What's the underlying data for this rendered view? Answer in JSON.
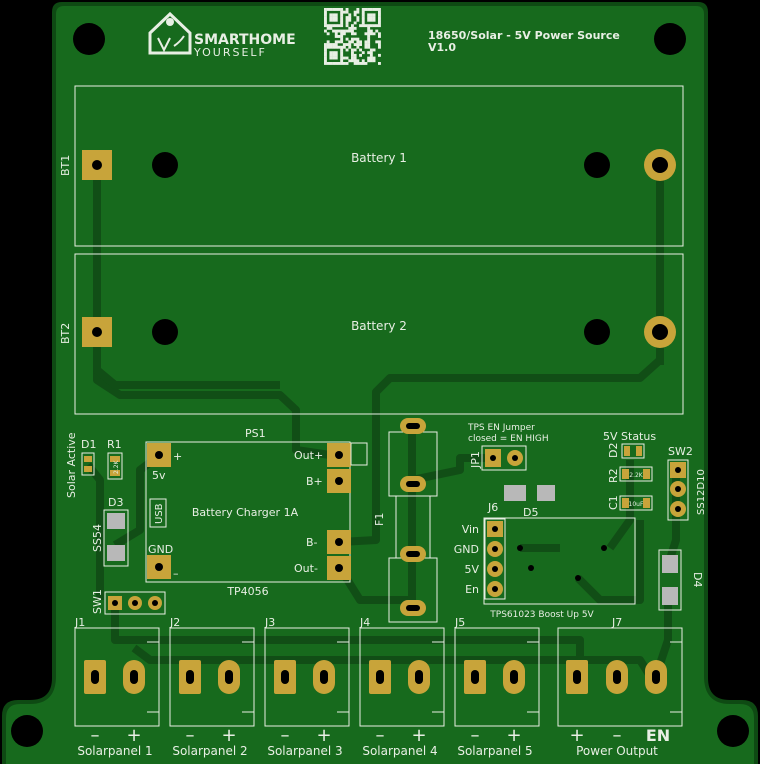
{
  "board": {
    "title_line1": "18650/Solar - 5V Power Source",
    "title_line2": "V1.0",
    "logo_top": "SMARTHOME",
    "logo_bottom": "YOURSELF",
    "colors": {
      "substrate": "#0e4a13",
      "copper_fill": "#176a1d",
      "trace": "#114e16",
      "pad_gold": "#c8a43a",
      "silkscreen": "#e8efe4",
      "hole": "#000000"
    }
  },
  "batteries": [
    {
      "ref": "BT1",
      "label": "Battery 1"
    },
    {
      "ref": "BT2",
      "label": "Battery 2"
    }
  ],
  "charger": {
    "ref": "PS1",
    "label": "Battery Charger 1A",
    "part": "TP4056",
    "pin_5v": "5v",
    "pin_plus": "+",
    "pin_gnd": "GND",
    "pin_minus": "–",
    "usb": "USB",
    "out_plus": "Out+",
    "b_plus": "B+",
    "b_minus": "B-",
    "out_minus": "Out-"
  },
  "left_parts": {
    "solar_active": "Solar Active",
    "d1": "D1",
    "r1": "R1",
    "r1_value": "2.2K",
    "d3": "D3",
    "ss54": "SS54",
    "sw1": "SW1"
  },
  "fuse": {
    "ref": "F1"
  },
  "jumper": {
    "ref": "JP1",
    "note_line1": "TPS EN Jumper",
    "note_line2": "closed = EN HIGH"
  },
  "boost": {
    "ref": "D5",
    "header_ref": "J6",
    "pins": [
      "Vin",
      "GND",
      "5V",
      "En"
    ],
    "label": "TPS61023 Boost Up 5V"
  },
  "status": {
    "label": "5V Status",
    "d2": "D2",
    "r2": "R2",
    "r2_value": "2.2K",
    "c1": "C1",
    "c1_value": "10uF"
  },
  "switch2": {
    "ref": "SW2",
    "part": "SS12D10"
  },
  "d4": {
    "ref": "D4"
  },
  "connectors": [
    {
      "ref": "J1",
      "label": "Solarpanel 1",
      "minus": "–",
      "plus": "+"
    },
    {
      "ref": "J2",
      "label": "Solarpanel 2",
      "minus": "–",
      "plus": "+"
    },
    {
      "ref": "J3",
      "label": "Solarpanel 3",
      "minus": "–",
      "plus": "+"
    },
    {
      "ref": "J4",
      "label": "Solarpanel 4",
      "minus": "–",
      "plus": "+"
    },
    {
      "ref": "J5",
      "label": "Solarpanel 5",
      "minus": "–",
      "plus": "+"
    }
  ],
  "output": {
    "ref": "J7",
    "label": "Power Output",
    "plus": "+",
    "minus": "–",
    "en": "EN"
  }
}
